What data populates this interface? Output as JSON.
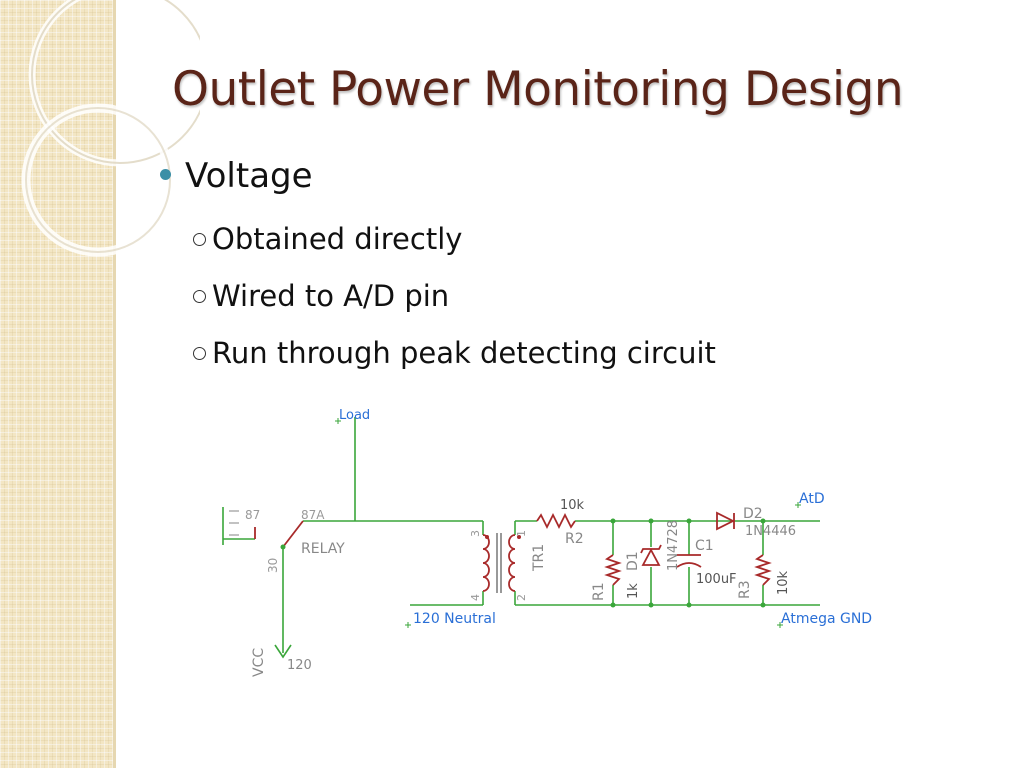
{
  "slide": {
    "title": "Outlet Power Monitoring Design",
    "bullet": "Voltage",
    "sub_bullets": [
      "Obtained directly",
      "Wired to A/D pin",
      "Run through peak detecting circuit"
    ]
  },
  "schematic": {
    "labels": {
      "load": "Load",
      "pin87": "87",
      "pin87a": "87A",
      "relay": "RELAY",
      "pin30": "30",
      "vcc": "VCC",
      "v120": "120",
      "neutral": "120 Neutral",
      "tr_pin3": "3",
      "tr_pin4": "4",
      "tr_pin1": "1",
      "tr_pin2": "2",
      "tr1": "TR1",
      "r2_value": "10k",
      "r2": "R2",
      "r1": "R1",
      "r1_value": "1k",
      "d1": "D1",
      "d1_part": "1N4728",
      "c1": "C1",
      "c1_value": "100uF",
      "d2": "D2",
      "d2_part": "1N4446",
      "r3": "R3",
      "r3_value": "10k",
      "atd": "AtD",
      "atmega_gnd": "Atmega GND"
    },
    "colors": {
      "wire": "#3aa63a",
      "part": "#a82a2a",
      "label": "#888888",
      "value": "#555555",
      "netlabel": "#2a6fd6"
    }
  }
}
